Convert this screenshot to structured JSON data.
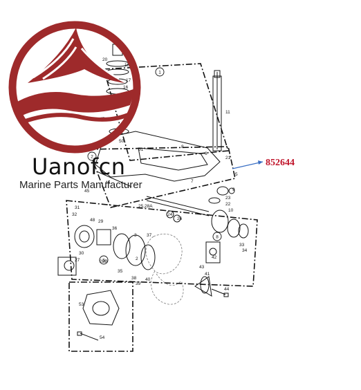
{
  "watermark": {
    "logo_icon": "ship-in-circle-logo-icon",
    "brand_name": "Uanofcn",
    "tagline": "Marine Parts Manufacturer",
    "color": "#9e2a2b"
  },
  "callout": {
    "part_number": "852644",
    "text_color": "#c0142a",
    "arrow_color": "#3a6fc4"
  },
  "diagram": {
    "group_labels": [
      "1",
      "2",
      "8",
      "5"
    ],
    "part_labels": [
      "20",
      "18",
      "17",
      "16",
      "15",
      "47",
      "11",
      "50",
      "51",
      "8",
      "6",
      "21",
      "7",
      "5",
      "46",
      "45",
      "25,28A",
      "9",
      "23",
      "22",
      "10",
      "24",
      "26",
      "32",
      "31",
      "48",
      "29",
      "30",
      "36",
      "28B",
      "3",
      "37",
      "27",
      "2",
      "35",
      "38",
      "39",
      "40",
      "42",
      "41",
      "43",
      "44",
      "33",
      "34",
      "53",
      "54"
    ]
  }
}
